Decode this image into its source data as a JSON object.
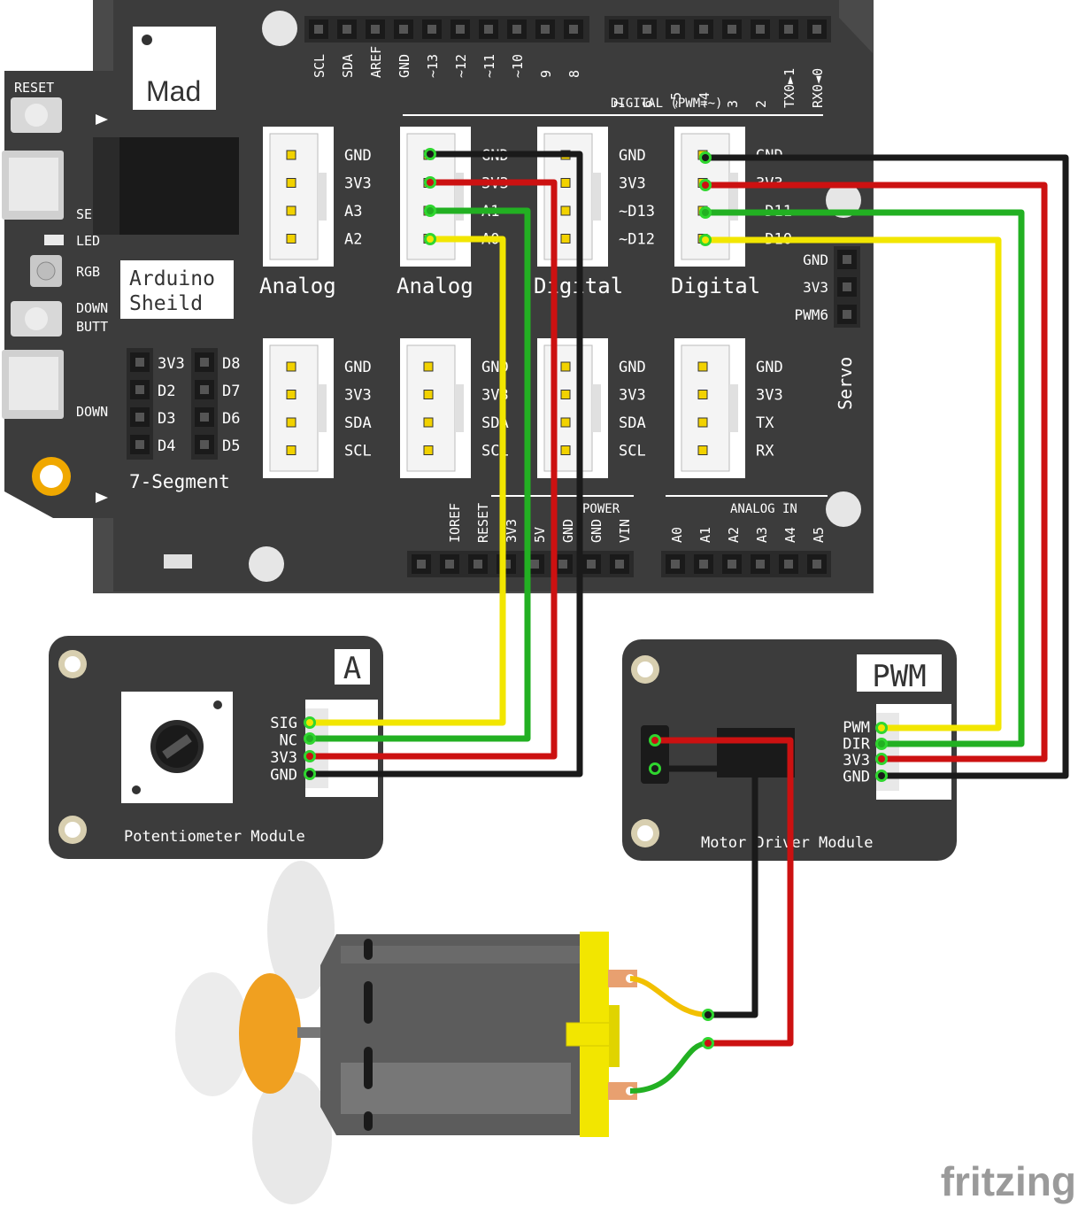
{
  "colors": {
    "board": "#3c3c3c",
    "board_edge": "#4a4a4a",
    "silk": "#ffffff",
    "wire_black": "#1a1a1a",
    "wire_red": "#cc1111",
    "wire_green": "#22b022",
    "wire_yellow": "#f2e600",
    "motor_body": "#5c5c5c",
    "motor_cap": "#f2e600",
    "propeller": "#f0a020",
    "fritzing": "#9a9a9a"
  },
  "shield": {
    "logo": "Mad",
    "name_line1": "Arduino",
    "name_line2": "Sheild",
    "reset_label": "RESET",
    "side_labels": [
      "SE",
      "LED",
      "RGB",
      "DOWN",
      "BUTT",
      "DOWN"
    ],
    "header_top_left": [
      "SCL",
      "SDA",
      "AREF",
      "GND",
      "~13",
      "~12",
      "~11",
      "~10",
      "9",
      "8"
    ],
    "header_top_right": [
      "7",
      "6",
      "~5",
      "~4",
      "3",
      "2",
      "TX0►1",
      "RX0◄0"
    ],
    "digital_title": "DIGITAL (PWM=~)",
    "power_pins": [
      "IOREF",
      "RESET",
      "3V3",
      "5V",
      "GND",
      "GND",
      "VIN"
    ],
    "power_title": "POWER",
    "analog_pins": [
      "A0",
      "A1",
      "A2",
      "A3",
      "A4",
      "A5"
    ],
    "analog_title": "ANALOG IN",
    "seg_left": [
      "3V3",
      "D2",
      "D3",
      "D4"
    ],
    "seg_right": [
      "D8",
      "D7",
      "D6",
      "D5"
    ],
    "seg_title": "7-Segment",
    "servo_pins": [
      "GND",
      "3V3",
      "PWM6"
    ],
    "servo_title": "Servo",
    "connectors_top": [
      {
        "title": "Analog",
        "pins": [
          "GND",
          "3V3",
          "A3",
          "A2"
        ]
      },
      {
        "title": "Analog",
        "pins": [
          "GND",
          "3V3",
          "A1",
          "A0"
        ]
      },
      {
        "title": "Digital",
        "pins": [
          "GND",
          "3V3",
          "~D13",
          "~D12"
        ]
      },
      {
        "title": "Digital",
        "pins": [
          "GND",
          "3V3",
          "~D11",
          "~D10"
        ]
      }
    ],
    "connectors_bottom": [
      {
        "pins": [
          "GND",
          "3V3",
          "SDA",
          "SCL"
        ]
      },
      {
        "pins": [
          "GND",
          "3V3",
          "SDA",
          "SCL"
        ]
      },
      {
        "pins": [
          "GND",
          "3V3",
          "SDA",
          "SCL"
        ]
      },
      {
        "pins": [
          "GND",
          "3V3",
          "TX",
          "RX"
        ]
      }
    ]
  },
  "potentiometer": {
    "title": "Potentiometer Module",
    "badge": "A",
    "pins": [
      "SIG",
      "NC",
      "3V3",
      "GND"
    ]
  },
  "motor_driver": {
    "title": "Motor Driver Module",
    "badge": "PWM",
    "pins": [
      "PWM",
      "DIR",
      "3V3",
      "GND"
    ]
  },
  "watermark": "fritzing"
}
